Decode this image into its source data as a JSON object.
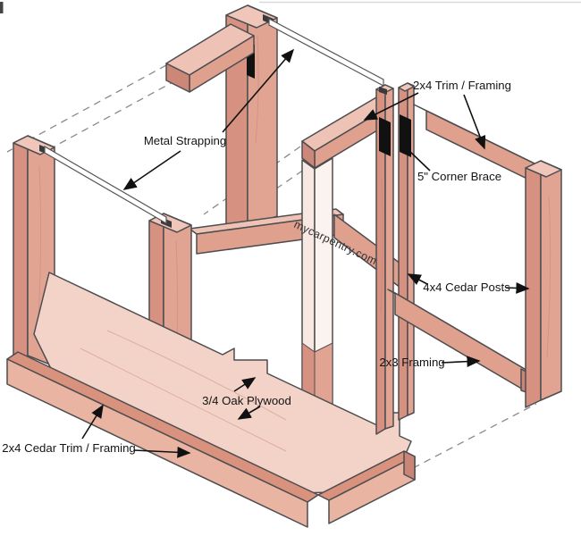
{
  "diagram": {
    "watermark": "mycarpentry.com",
    "labels": [
      {
        "id": "trim-framing-2x4",
        "text": "2x4 Trim / Framing"
      },
      {
        "id": "metal-strapping",
        "text": "Metal Strapping"
      },
      {
        "id": "corner-brace-5in",
        "text": "5\" Corner Brace"
      },
      {
        "id": "cedar-posts-4x4",
        "text": "4x4 Cedar Posts"
      },
      {
        "id": "framing-2x3",
        "text": "2x3 Framing"
      },
      {
        "id": "oak-plywood-3-4",
        "text": "3/4 Oak Plywood"
      },
      {
        "id": "cedar-trim-2x4",
        "text": "2x4 Cedar Trim / Framing"
      }
    ],
    "parts": [
      "4x4 cedar post (6)",
      "2x4 trim / framing rails",
      "2x3 shelf framing",
      "3/4 oak plywood shelf",
      "metal strapping diagonals",
      "5 inch corner braces"
    ],
    "colors": {
      "wood_front": "#e2a492",
      "wood_side": "#d69181",
      "wood_top": "#efc6b9",
      "wood_end": "#cb8878",
      "trim_dark": "#d9927e",
      "trim_light": "#eab4a2",
      "plywood": "#f3d3c7",
      "outline": "#4d4d50",
      "brace": "#111111",
      "strap": "#ffffff",
      "label_text": "#141414"
    }
  }
}
